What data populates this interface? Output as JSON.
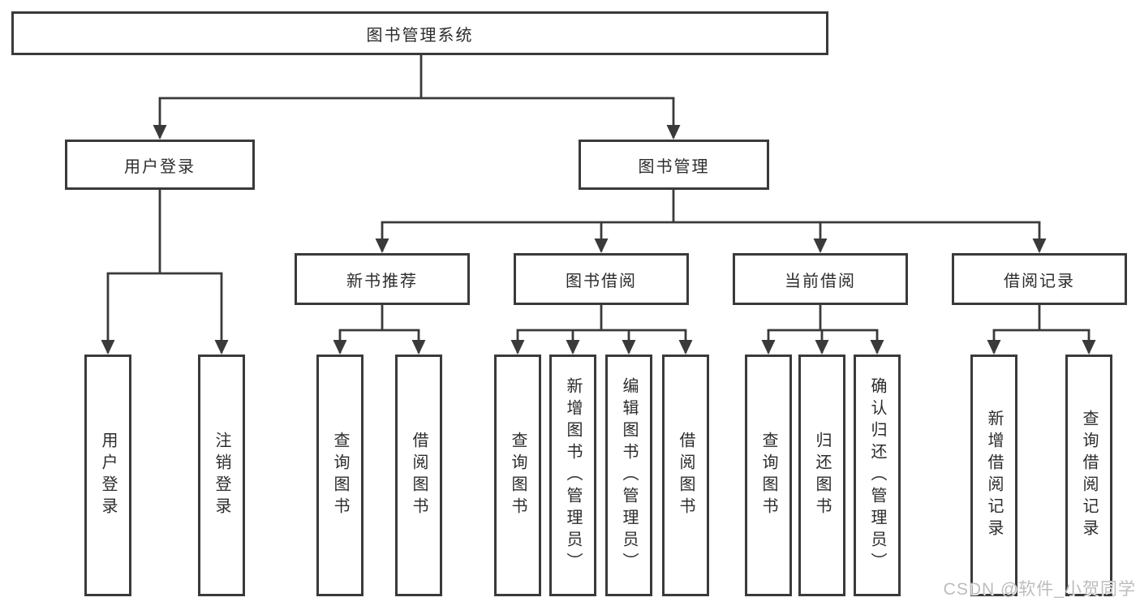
{
  "diagram_type": "hierarchy-tree",
  "colors": {
    "line": "#3a3a3a",
    "box_border": "#3a3a3a",
    "text": "#2c2c2c",
    "watermark": "#bcbcbc",
    "background": "#ffffff"
  },
  "watermark": "CSDN @软件_小贺同学",
  "tree": {
    "label": "图书管理系统",
    "children": [
      {
        "label": "用户登录",
        "children": [
          {
            "label": "用户登录"
          },
          {
            "label": "注销登录"
          }
        ]
      },
      {
        "label": "图书管理",
        "children": [
          {
            "label": "新书推荐",
            "children": [
              {
                "label": "查询图书"
              },
              {
                "label": "借阅图书"
              }
            ]
          },
          {
            "label": "图书借阅",
            "children": [
              {
                "label": "查询图书"
              },
              {
                "label": "新增图书（管理员）"
              },
              {
                "label": "编辑图书（管理员）"
              },
              {
                "label": "借阅图书"
              }
            ]
          },
          {
            "label": "当前借阅",
            "children": [
              {
                "label": "查询图书"
              },
              {
                "label": "归还图书"
              },
              {
                "label": "确认归还（管理员）"
              }
            ]
          },
          {
            "label": "借阅记录",
            "children": [
              {
                "label": "新增借阅记录"
              },
              {
                "label": "查询借阅记录"
              }
            ]
          }
        ]
      }
    ]
  }
}
